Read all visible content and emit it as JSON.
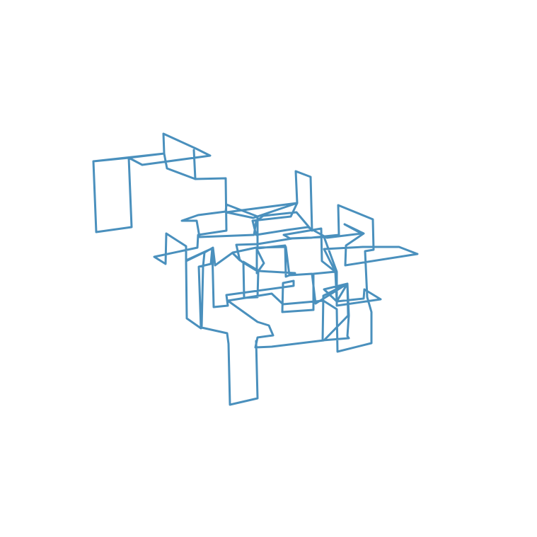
{
  "chart_data": {
    "type": "line3d",
    "title": "",
    "xlabel": "",
    "ylabel": "",
    "zlabel": "",
    "axes_visible": false,
    "grid": false,
    "legend": "none",
    "series": [
      {
        "color": "#4a90bd",
        "style": "orthogonal 3D lattice random walk"
      }
    ]
  }
}
